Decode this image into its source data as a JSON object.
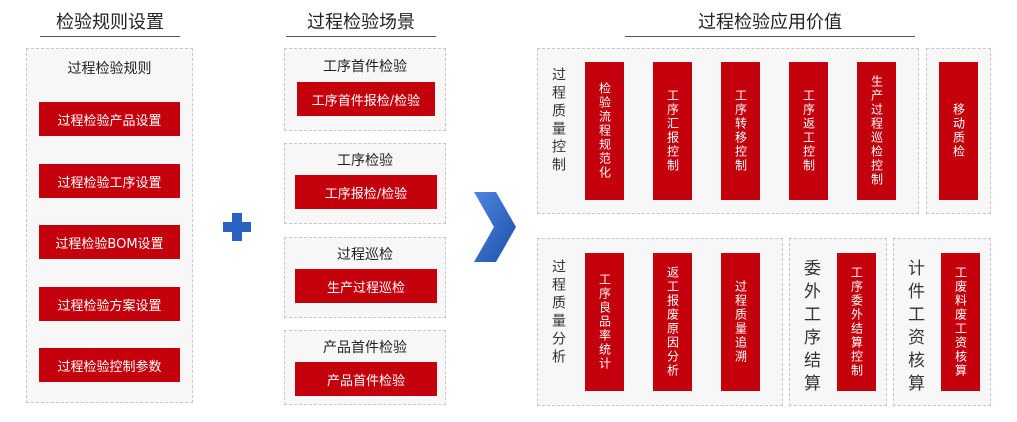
{
  "colors": {
    "red": "#c4000c",
    "blue": "#2b63c5",
    "panel_bg": "#f7f7f7"
  },
  "col1": {
    "header": "检验规则设置",
    "panel_title": "过程检验规则",
    "buttons": [
      "过程检验产品设置",
      "过程检验工序设置",
      "过程检验BOM设置",
      "过程检验方案设置",
      "过程检验控制参数"
    ]
  },
  "plus_icon": "plus-icon",
  "col2": {
    "header": "过程检验场景",
    "scenarios": [
      {
        "title": "工序首件检验",
        "button": "工序首件报检/检验"
      },
      {
        "title": "工序检验",
        "button": "工序报检/检验"
      },
      {
        "title": "过程巡检",
        "button": "生产过程巡检"
      },
      {
        "title": "产品首件检验",
        "button": "产品首件检验"
      }
    ]
  },
  "arrow_icon": "chevron-right-icon",
  "col3": {
    "header": "过程检验应用价值",
    "quality_control": {
      "label": "过程质量控制",
      "items": [
        "检验流程规范化",
        "工序汇报控制",
        "工序转移控制",
        "工序返工控制",
        "生产过程巡检控制"
      ]
    },
    "mobile": {
      "item": "移动质检"
    },
    "quality_analysis": {
      "label": "过程质量分析",
      "items": [
        "工序良品率统计",
        "返工报废原因分析",
        "过程质量追溯"
      ]
    },
    "outsource": {
      "label": "委外工序结算",
      "item": "工序委外结算控制"
    },
    "piecework": {
      "label": "计件工资核算",
      "item": "工废料废工资核算"
    }
  }
}
